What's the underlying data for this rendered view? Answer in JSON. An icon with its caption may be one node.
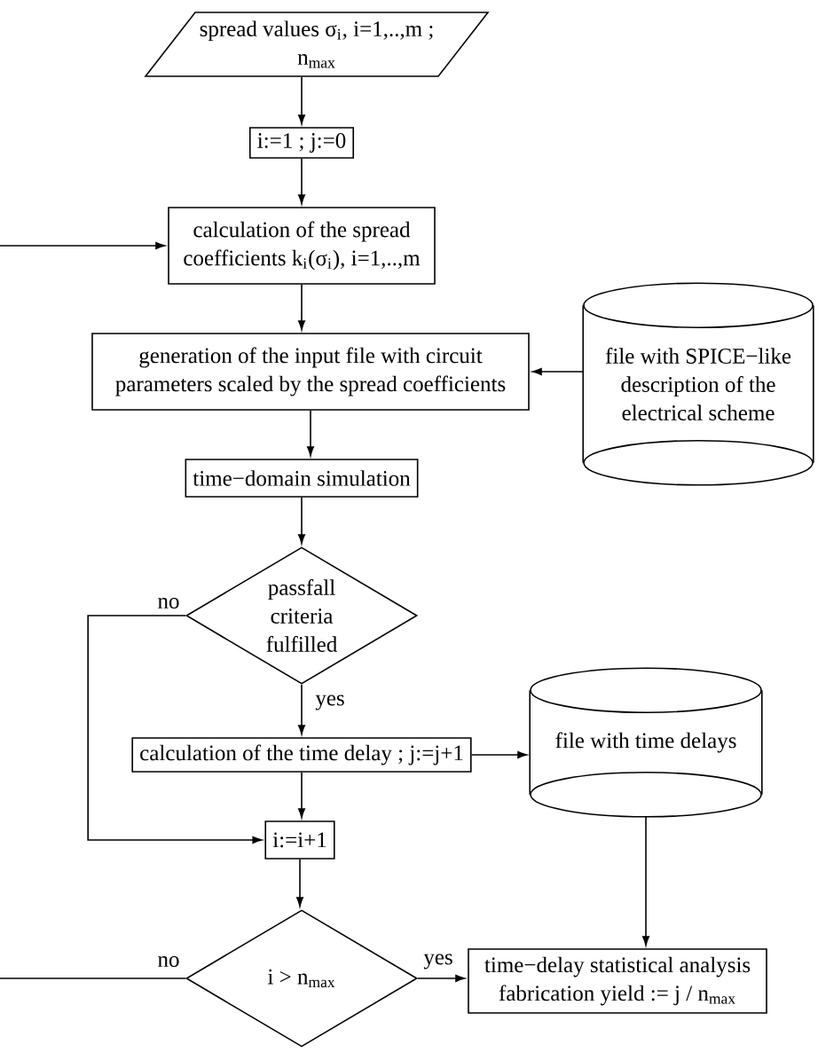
{
  "diagram": {
    "nodes": [
      {
        "text": [
          "spread values σ$_{i}$, i=1,..,m ; n$_{max}$"
        ]
      },
      {
        "text": [
          "i:=1 ; j:=0"
        ]
      },
      {
        "text": [
          "calculation of the spread coefficients k$_{i}$(σ$_{i}$), i=1,..,m"
        ]
      },
      {
        "text": [
          "generation of the input file with circuit parameters scaled by the spread coefficients"
        ]
      },
      {
        "text": [
          "file with SPICE−like description of the electrical scheme"
        ]
      },
      {
        "text": [
          "time−domain simulation"
        ]
      },
      {
        "text": [
          "passfall criteria fulfilled"
        ]
      },
      {
        "text": [
          "calculation of the time delay ; j:=j+1"
        ]
      },
      {
        "text": [
          "file with time delays"
        ]
      },
      {
        "text": [
          "i:=i+1"
        ]
      },
      {
        "text": [
          "i > n$_{max}$"
        ]
      },
      {
        "text": [
          "time−delay statistical analysis",
          "fabrication yield := j / n$_{max}$"
        ]
      }
    ],
    "edges": [
      {
        "from": 0,
        "to": 1,
        "arrow": "to"
      },
      {
        "from": 1,
        "to": 2,
        "arrow": "to"
      },
      {
        "from": 2,
        "to": 3,
        "arrow": "to"
      },
      {
        "from": 4,
        "to": 3,
        "arrow": "to"
      },
      {
        "from": 3,
        "to": 5,
        "arrow": "to"
      },
      {
        "from": 5,
        "to": 6,
        "arrow": "to"
      },
      {
        "from": 6,
        "to": 9,
        "arrow": "to",
        "label": "no"
      },
      {
        "from": 6,
        "to": 7,
        "arrow": "to",
        "label": "yes"
      },
      {
        "from": 7,
        "to": 8,
        "arrow": "to"
      },
      {
        "from": 7,
        "to": 9,
        "arrow": "to"
      },
      {
        "from": 8,
        "to": 11,
        "arrow": "to"
      },
      {
        "from": 9,
        "to": 10,
        "arrow": "to"
      },
      {
        "from": 10,
        "to": 11,
        "arrow": "to",
        "label": "yes"
      },
      {
        "from": 10,
        "to": null,
        "arrow": "none",
        "label": "no"
      },
      {
        "from": null,
        "to": 2,
        "arrow": "to"
      }
    ]
  }
}
